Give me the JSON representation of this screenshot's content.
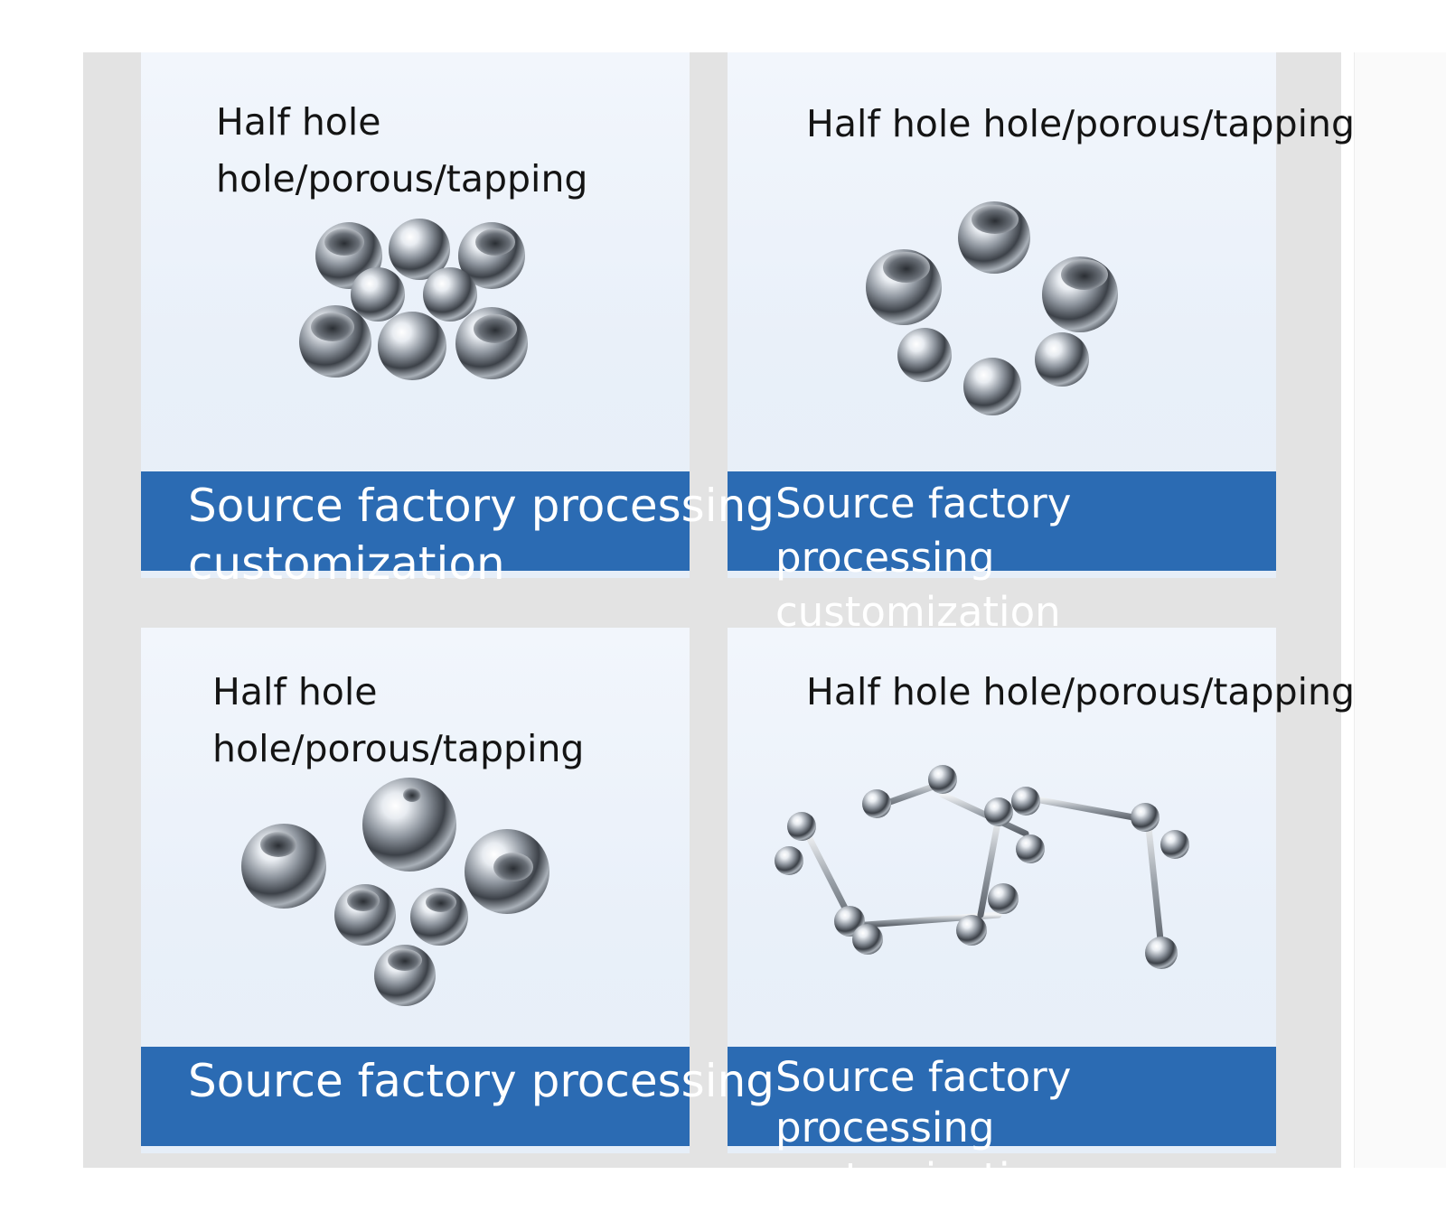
{
  "gallery": {
    "cards": [
      {
        "title": "Half hole hole/porous/tapping",
        "caption": "Source factory processing customization"
      },
      {
        "title": "Half hole hole/porous/tapping",
        "caption": "Source factory processing customization"
      },
      {
        "title": "Half hole hole/porous/tapping",
        "caption": "Source factory processing"
      },
      {
        "title": "Half hole hole/porous/tapping",
        "caption": "Source factory processing customization"
      }
    ],
    "colors": {
      "caption_bar": "#2b6bb3",
      "panel_bg": "#e3e3e3",
      "card_bg": "#eef3fa"
    }
  }
}
